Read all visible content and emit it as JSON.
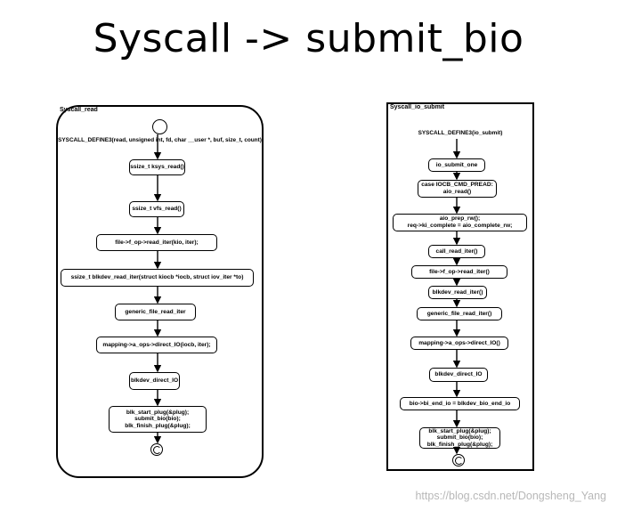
{
  "title": "Syscall -> submit_bio",
  "left_panel": {
    "label": "Syscall_read",
    "header": "SYSCALL_DEFINE3(read, unsigned int, fd, char __user *, buf, size_t, count)",
    "steps": [
      "ssize_t ksys_read()",
      "ssize_t vfs_read()",
      "file->f_op->read_iter(kio, iter);",
      "ssize_t blkdev_read_iter(struct kiocb *iocb, struct iov_iter *to)",
      "generic_file_read_iter",
      "mapping->a_ops->direct_IO(iocb, iter);",
      "blkdev_direct_IO",
      "blk_start_plug(&plug);\nsubmit_bio(bio);\nblk_finish_plug(&plug);"
    ]
  },
  "right_panel": {
    "label": "Syscall_io_submit",
    "header": "SYSCALL_DEFINE3(io_submit)",
    "steps": [
      "io_submit_one",
      "case IOCB_CMD_PREAD:\naio_read()",
      "aio_prep_rw();\nreq->ki_complete = aio_complete_rw;",
      "call_read_iter()",
      "file->f_op->read_iter()",
      "blkdev_read_iter()",
      "generic_file_read_iter()",
      "mapping->a_ops->direct_IO()",
      "blkdev_direct_IO",
      "bio->bi_end_io = blkdev_bio_end_io",
      "blk_start_plug(&plug);\nsubmit_bio(bio);\nblk_finish_plug(&plug);"
    ]
  },
  "watermark": "https://blog.csdn.net/Dongsheng_Yang"
}
